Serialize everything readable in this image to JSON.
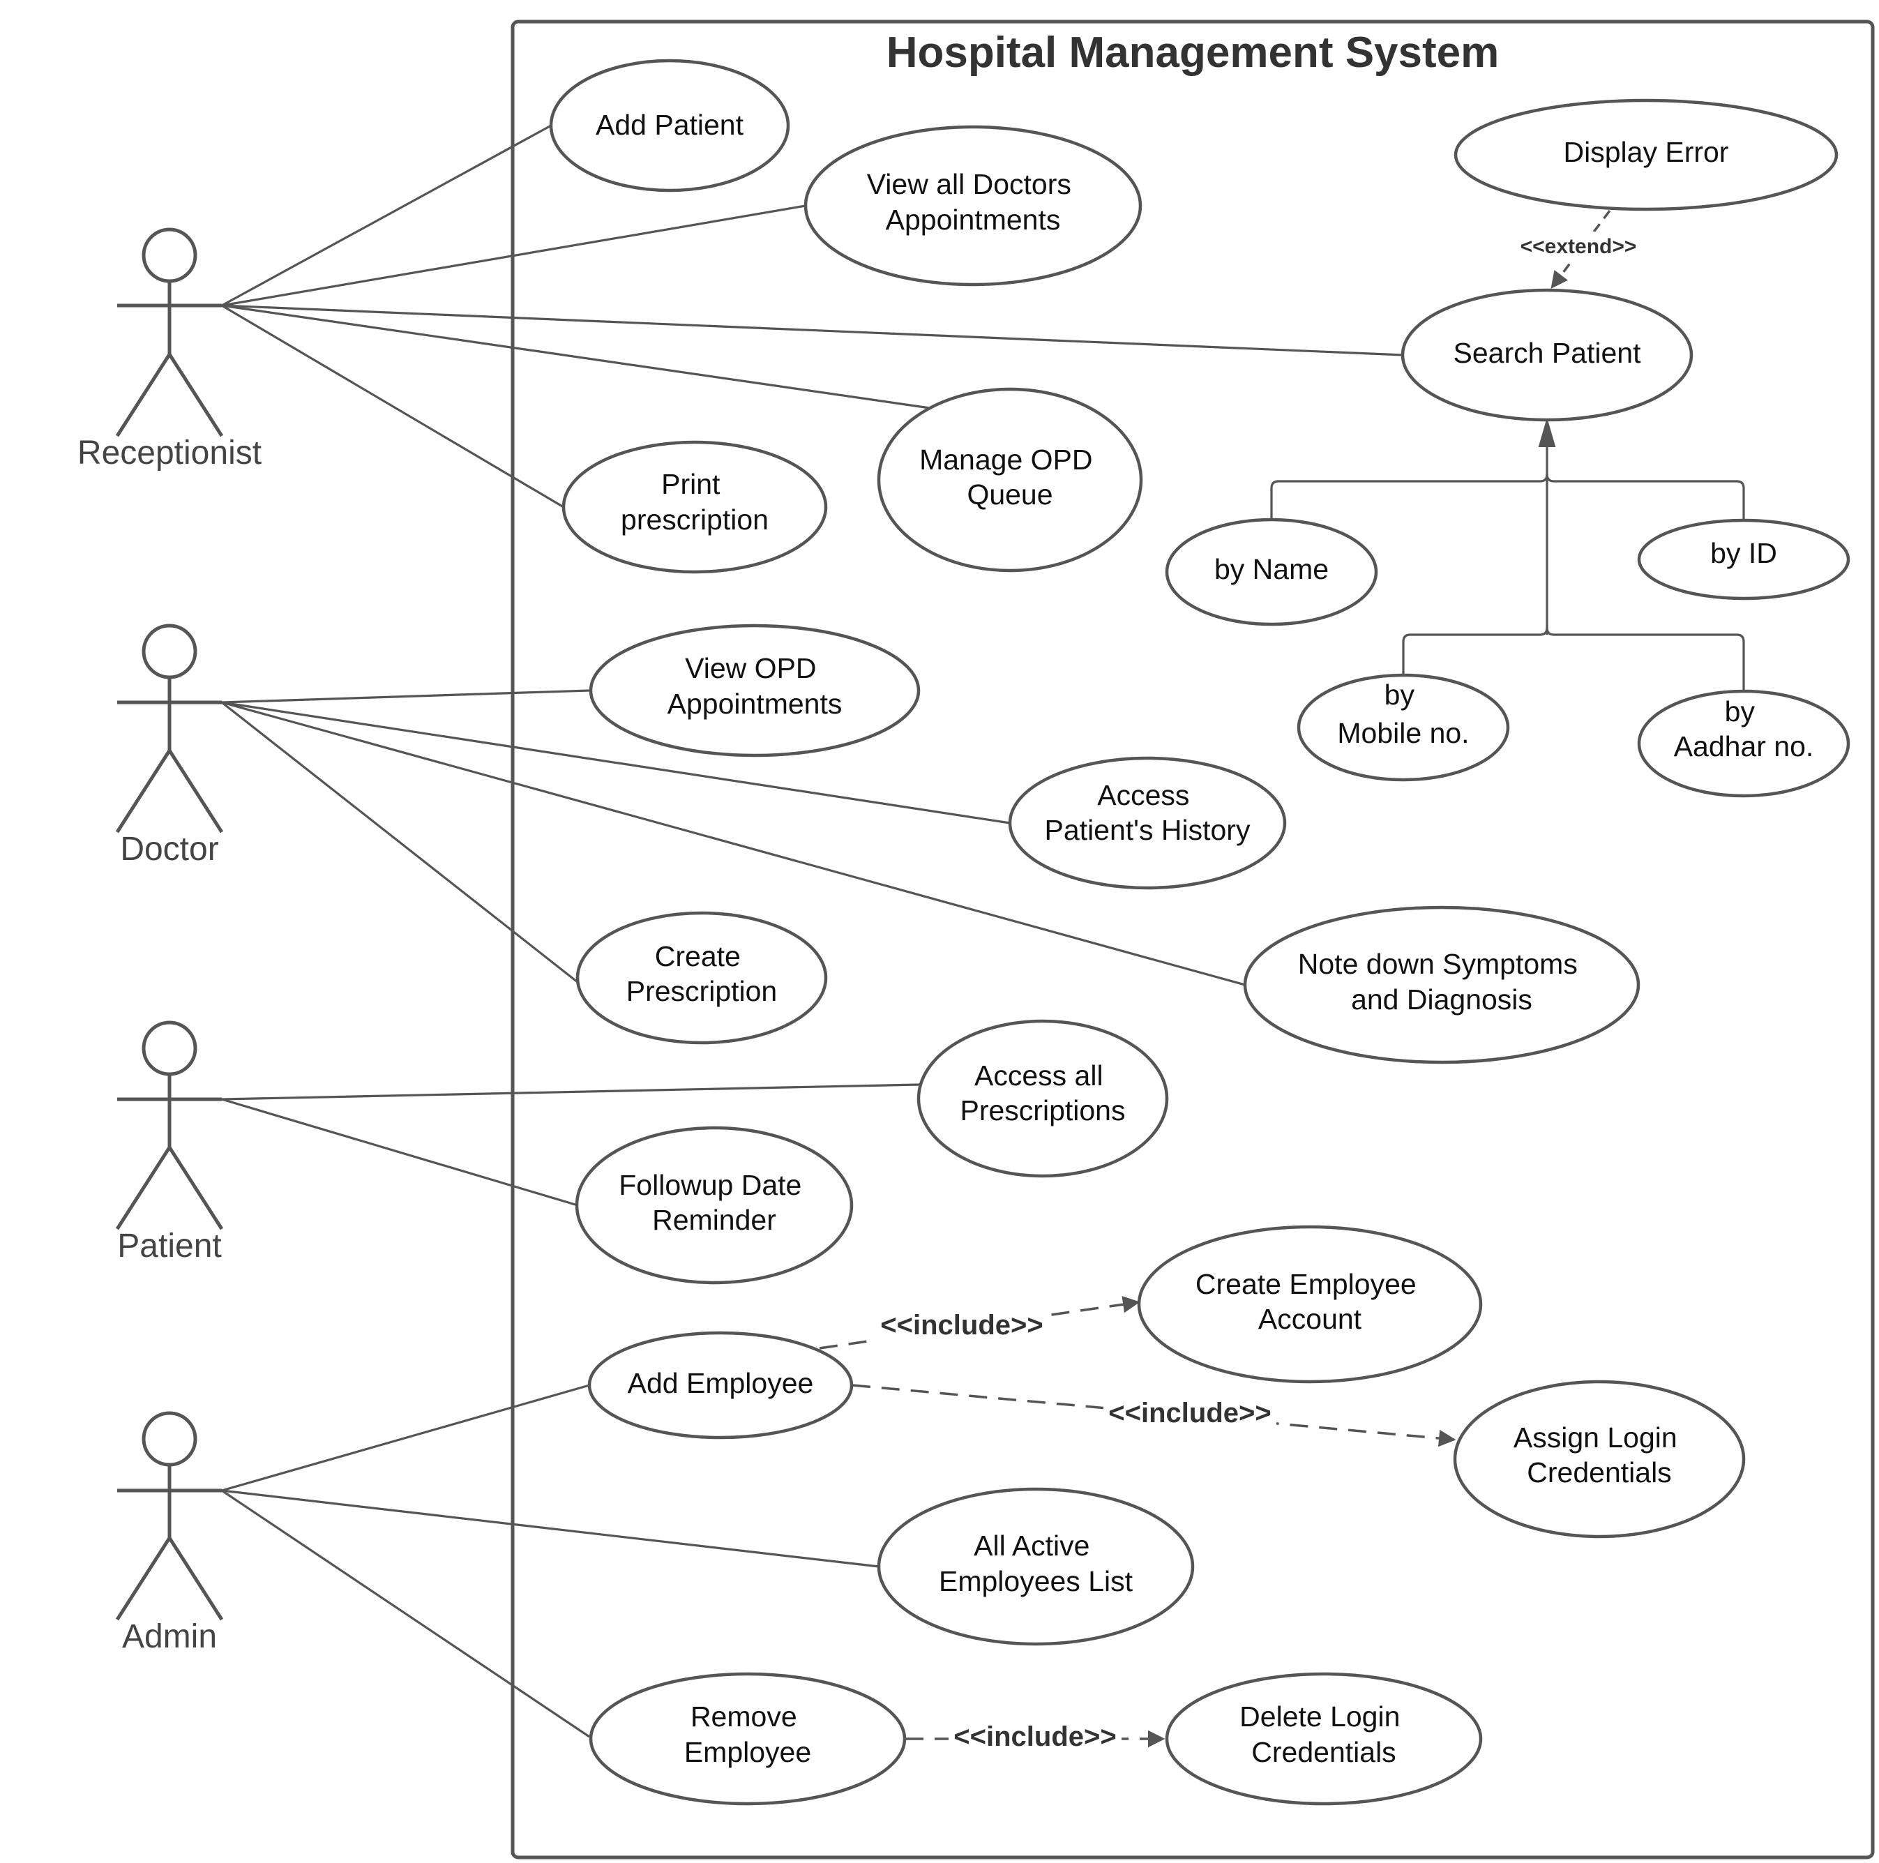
{
  "system": {
    "title": "Hospital Management System"
  },
  "actors": {
    "receptionist": "Receptionist",
    "doctor": "Doctor",
    "patient": "Patient",
    "admin": "Admin"
  },
  "use_cases": {
    "add_patient": [
      "Add Patient"
    ],
    "view_all_doctors_appointments": [
      "View all Doctors",
      "Appointments"
    ],
    "print_prescription": [
      "Print",
      "prescription"
    ],
    "manage_opd_queue": [
      "Manage OPD",
      "Queue"
    ],
    "display_error": [
      "Display Error"
    ],
    "search_patient": [
      "Search Patient"
    ],
    "by_name": [
      "by Name"
    ],
    "by_id": [
      "by ID"
    ],
    "by_mobile": [
      "by",
      "Mobile no."
    ],
    "by_aadhar": [
      "by",
      "Aadhar no."
    ],
    "view_opd_appointments": [
      "View OPD",
      "Appointments"
    ],
    "access_patients_history": [
      "Access",
      "Patient's History"
    ],
    "create_prescription": [
      "Create",
      "Prescription"
    ],
    "note_symptoms": [
      "Note down Symptoms",
      "and Diagnosis"
    ],
    "access_all_prescriptions": [
      "Access all",
      "Prescriptions"
    ],
    "followup_reminder": [
      "Followup Date",
      "Reminder"
    ],
    "add_employee": [
      "Add Employee"
    ],
    "create_employee_account": [
      "Create Employee",
      "Account"
    ],
    "assign_login_credentials": [
      "Assign Login",
      "Credentials"
    ],
    "all_active_employees": [
      "All Active",
      "Employees List"
    ],
    "remove_employee": [
      "Remove",
      "Employee"
    ],
    "delete_login_credentials": [
      "Delete Login",
      "Credentials"
    ]
  },
  "stereotypes": {
    "extend": "<<extend>>",
    "include_create_account": "<<include>>",
    "include_assign_login": "<<include>>",
    "include_delete_login": "<<include>>"
  }
}
